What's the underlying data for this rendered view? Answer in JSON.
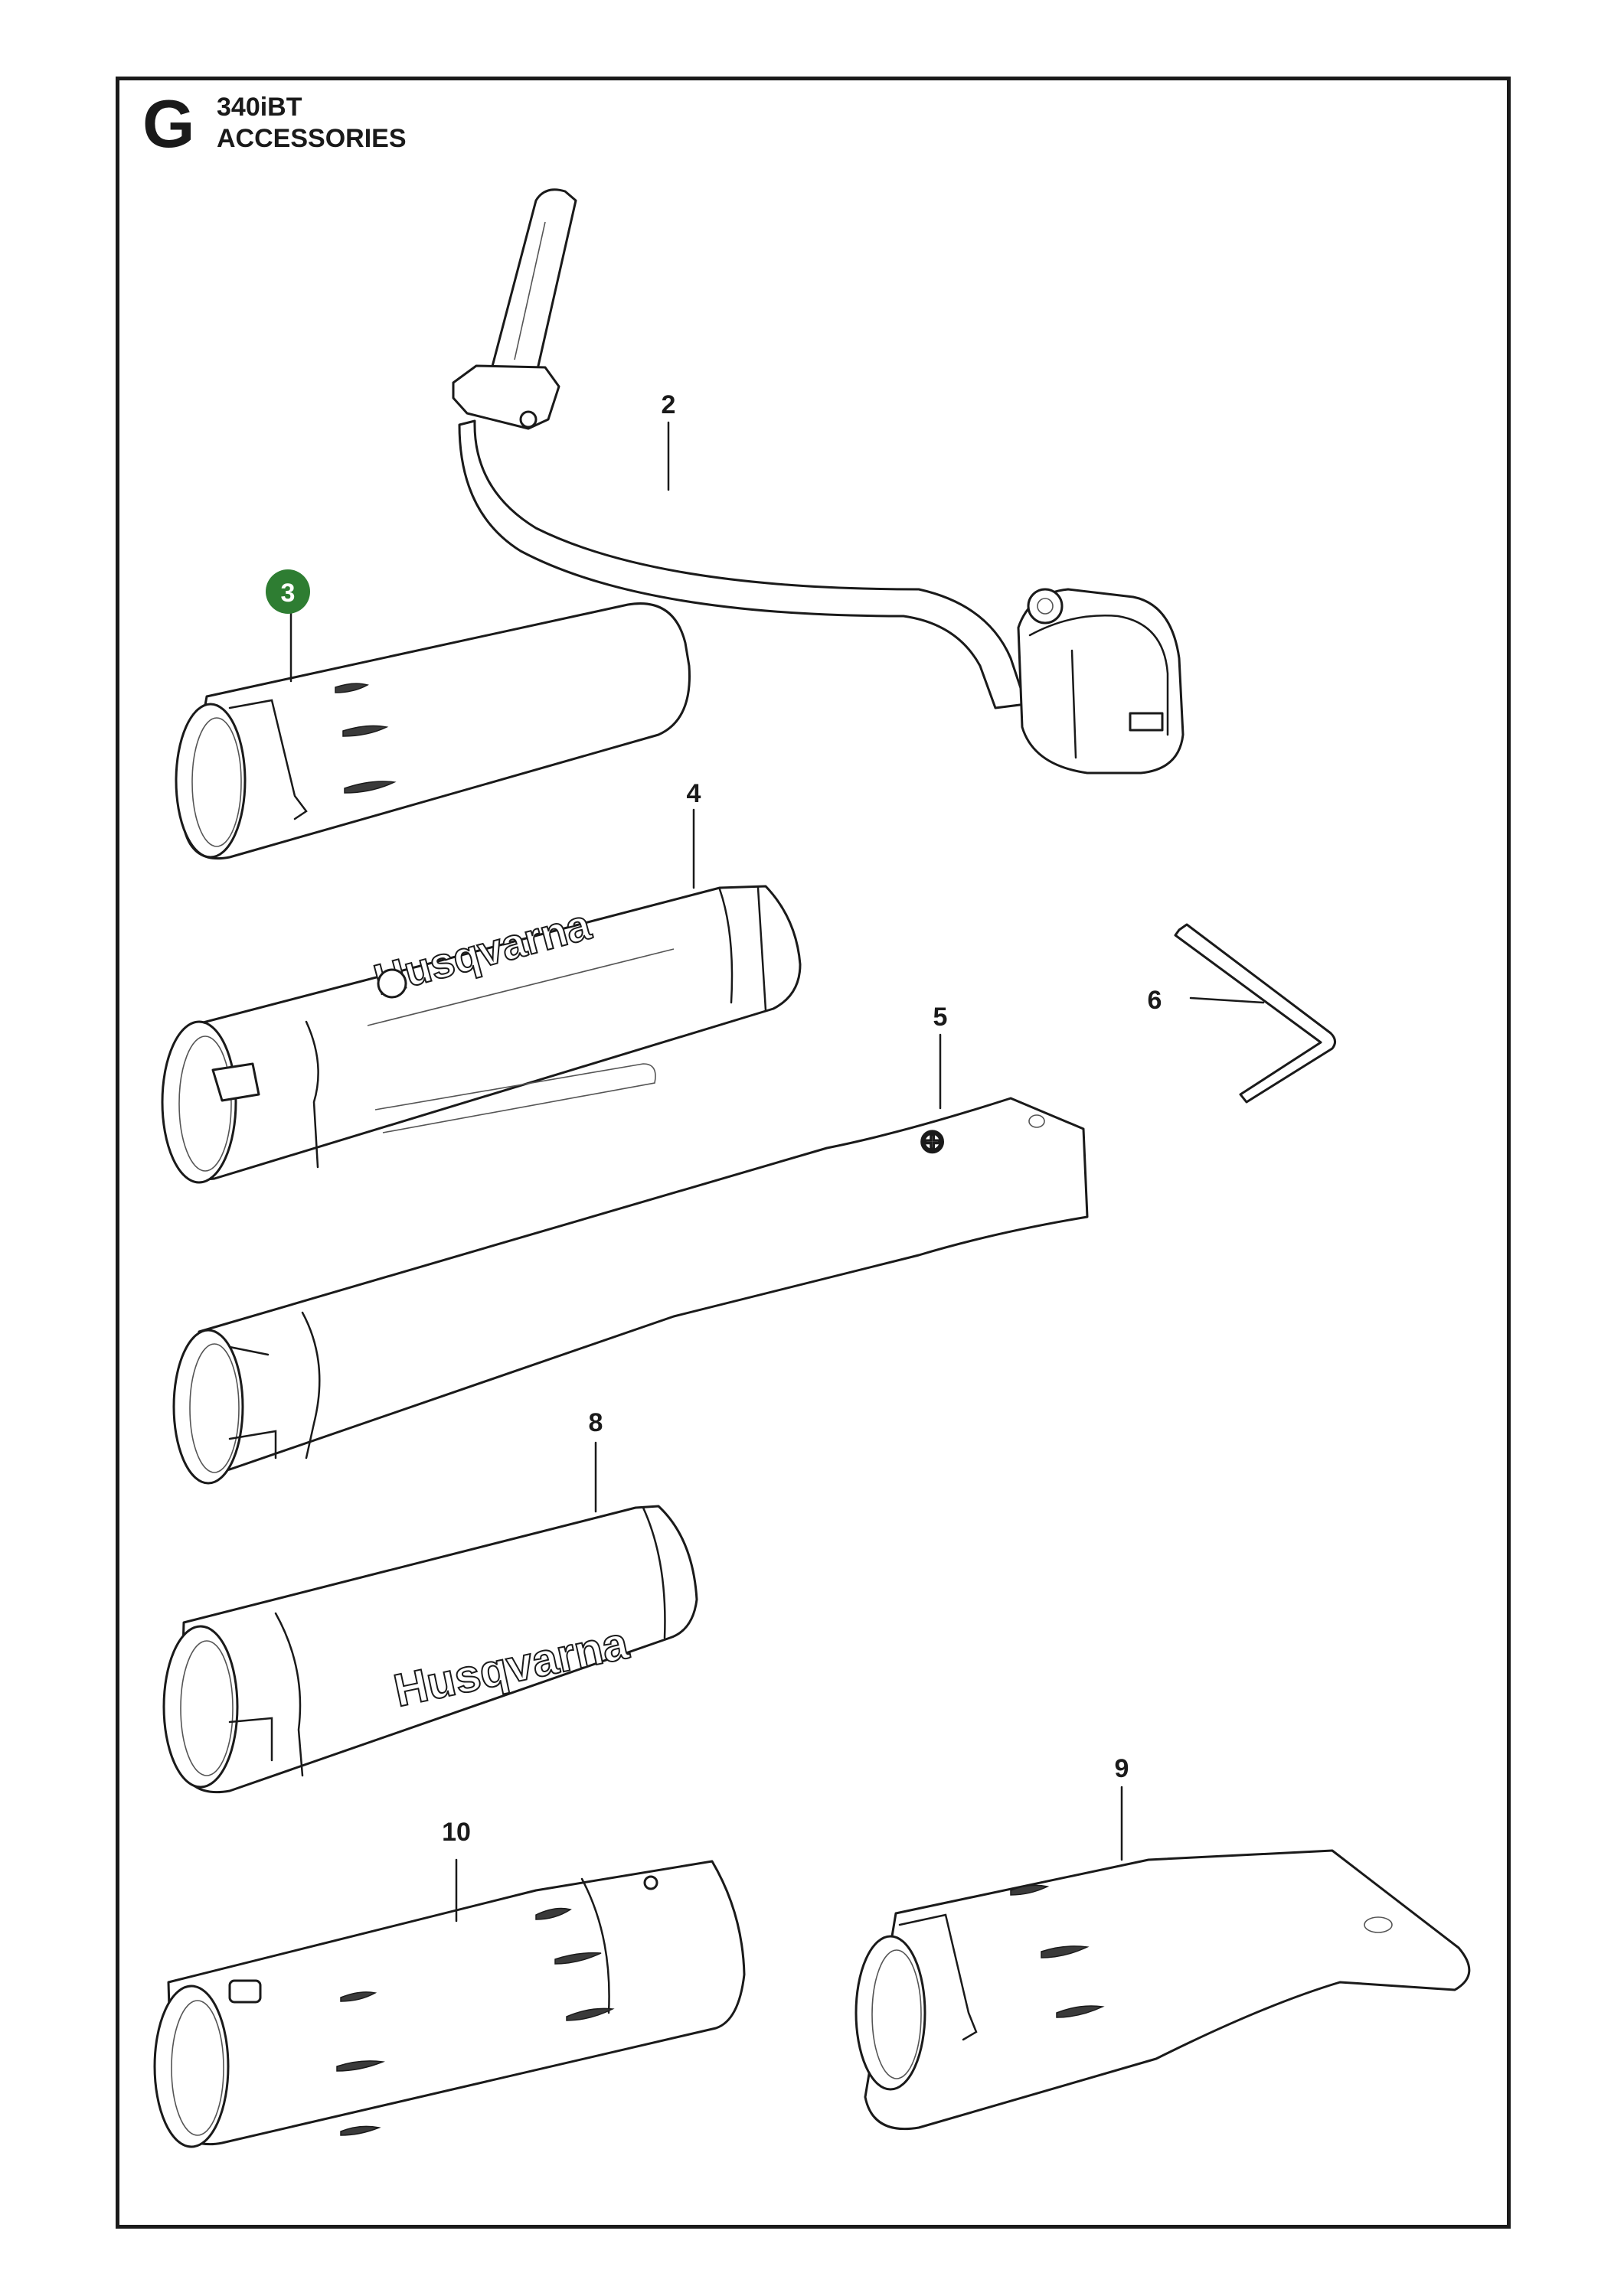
{
  "header": {
    "section_letter": "G",
    "model": "340iBT",
    "section_title": "ACCESSORIES"
  },
  "callouts": {
    "part2": "2",
    "part3": "3",
    "part4": "4",
    "part5": "5",
    "part6": "6",
    "part8": "8",
    "part9": "9",
    "part10": "10"
  },
  "brand_text": "Husqvarna",
  "colors": {
    "frame": "#1a1a1a",
    "highlight_badge": "#2e7d32",
    "badge_text": "#ffffff"
  }
}
